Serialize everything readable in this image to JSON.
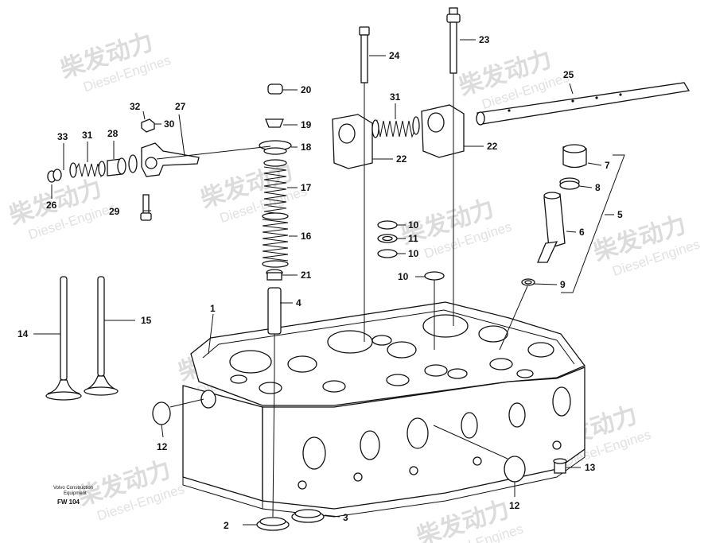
{
  "watermark": {
    "brand": "柴发动力",
    "sub": "Diesel-Engines"
  },
  "footer": {
    "line1": "Volvo Construction",
    "line2": "Equipment",
    "code": "FW 104"
  },
  "callouts": {
    "l1": "1",
    "l2": "2",
    "l3": "3",
    "l4": "4",
    "l5": "5",
    "l6": "6",
    "l7": "7",
    "l8": "8",
    "l9": "9",
    "l10a": "10",
    "l10b": "10",
    "l10c": "10",
    "l11": "11",
    "l12a": "12",
    "l12b": "12",
    "l13": "13",
    "l14": "14",
    "l15": "15",
    "l16": "16",
    "l17": "17",
    "l18": "18",
    "l19": "19",
    "l20": "20",
    "l21": "21",
    "l22a": "22",
    "l22b": "22",
    "l23": "23",
    "l24": "24",
    "l25": "25",
    "l26": "26",
    "l27": "27",
    "l28": "28",
    "l29": "29",
    "l30": "30",
    "l31a": "31",
    "l31b": "31",
    "l32": "32",
    "l33": "33"
  }
}
